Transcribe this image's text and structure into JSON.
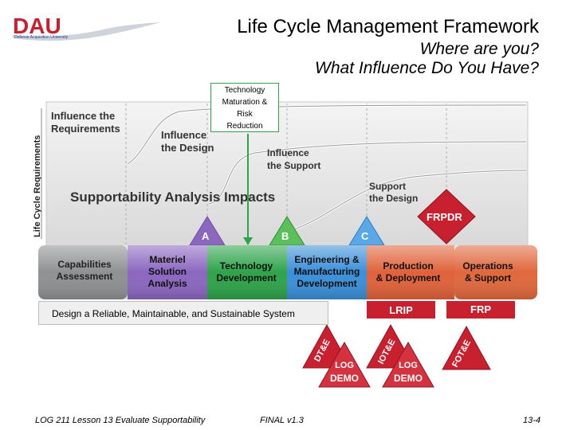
{
  "header": {
    "logo_text": "DAU",
    "logo_subtitle": "Defense Acquisition University",
    "title": "Life Cycle Management Framework",
    "subtitle_line1": "Where are you?",
    "subtitle_line2": "What Influence Do You Have?"
  },
  "callout": {
    "tech_line1": "Technology",
    "tech_line2": "Maturation &",
    "tech_line3": "Risk",
    "tech_line4": "Reduction"
  },
  "chart": {
    "vertical_label": "Life Cycle Requirements",
    "curve_labels": {
      "influence_requirements_1": "Influence the",
      "influence_requirements_2": "Requirements",
      "influence_design_1": "Influence",
      "influence_design_2": "the Design",
      "influence_support_1": "Influence",
      "influence_support_2": "the Support",
      "support_design_1": "Support",
      "support_design_2": "the Design"
    },
    "impacts_title": "Supportability Analysis Impacts"
  },
  "milestones": {
    "a": "A",
    "b": "B",
    "c": "C",
    "frpdr": "FRPDR"
  },
  "phases": {
    "p1_line1": "Capabilities",
    "p1_line2": "Assessment",
    "p2_line1": "Materiel",
    "p2_line2": "Solution",
    "p2_line3": "Analysis",
    "p3_line1": "Technology",
    "p3_line2": "Development",
    "p4_line1": "Engineering &",
    "p4_line2": "Manufacturing",
    "p4_line3": "Development",
    "p5_line1": "Production",
    "p5_line2": "& Deployment",
    "p6_line1": "Operations",
    "p6_line2": "& Support"
  },
  "design_system": "Design a Reliable, Maintainable, and Sustainable System",
  "decisions": {
    "lrip": "LRIP",
    "frp": "FRP"
  },
  "test_events": {
    "dte": "DT&E",
    "iote": "IOT&E",
    "fote": "FOT&E",
    "log1_line1": "LOG",
    "log1_line2": "DEMO",
    "log2_line1": "LOG",
    "log2_line2": "DEMO"
  },
  "footer": {
    "left": "LOG 211 Lesson 13 Evaluate Supportability",
    "middle": "FINAL v1.3",
    "right": "13-4"
  },
  "colors": {
    "red": "#c8202f",
    "purple": "#8b67c0",
    "green": "#2ea34a",
    "blue": "#3a8fd8",
    "orange": "#e0623a",
    "gray": "#8f9092"
  }
}
